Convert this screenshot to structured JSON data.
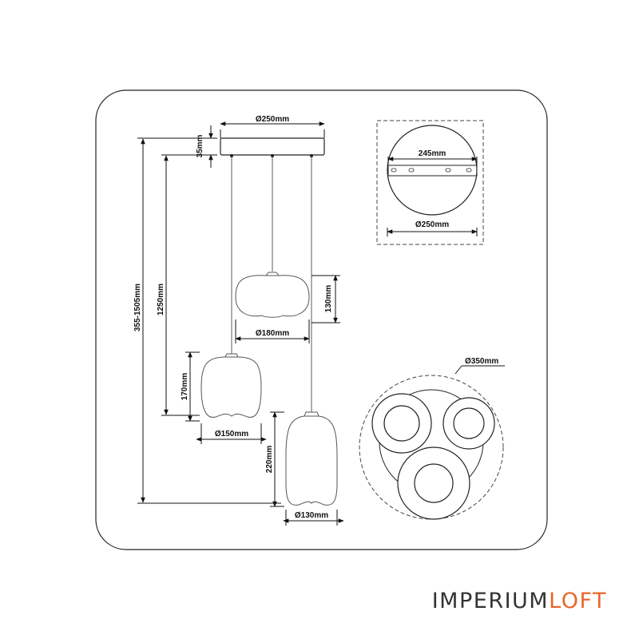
{
  "dimensions": {
    "canopy_diameter": "Ø250mm",
    "canopy_height": "35mm",
    "total_height_range": "355-1505mm",
    "cable_length": "1250mm",
    "shade_top_height": "130mm",
    "shade_top_diameter": "Ø180mm",
    "shade_left_height": "170mm",
    "shade_left_diameter": "Ø150mm",
    "shade_right_height": "220mm",
    "shade_right_diameter": "Ø130mm",
    "plate_width": "245mm",
    "plate_diameter": "Ø250mm",
    "cluster_diameter": "Ø350mm"
  },
  "brand": {
    "part1": "IMPERIUM",
    "part2": "LOFT",
    "color1": "#333333",
    "color2": "#e8672c"
  }
}
